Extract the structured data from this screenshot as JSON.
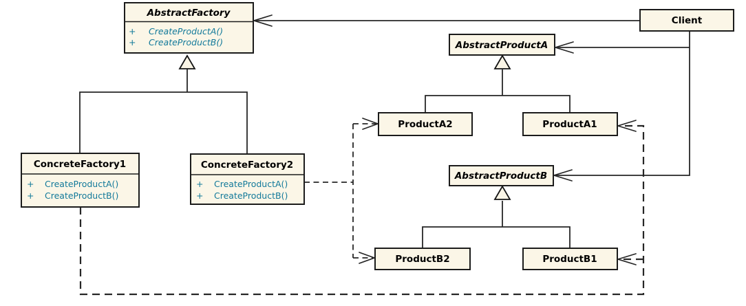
{
  "diagram_kind": "uml-class-diagram",
  "symbols": {
    "visibility_public": "+"
  },
  "colors": {
    "background": "#FFFFFF",
    "box_fill": "#FBF6E7",
    "box_border": "#1B1B1B",
    "title_text": "#000000",
    "method_text": "#12799A",
    "line": "#262626",
    "triangle_fill": "#FAF5E6"
  },
  "classes": {
    "abstract_factory": {
      "name": "AbstractFactory",
      "abstract": true,
      "methods": [
        "CreateProductA()",
        "CreateProductB()"
      ]
    },
    "client": {
      "name": "Client"
    },
    "abstract_product_a": {
      "name": "AbstractProductA",
      "abstract": true
    },
    "product_a2": {
      "name": "ProductA2"
    },
    "product_a1": {
      "name": "ProductA1"
    },
    "abstract_product_b": {
      "name": "AbstractProductB",
      "abstract": true
    },
    "product_b2": {
      "name": "ProductB2"
    },
    "product_b1": {
      "name": "ProductB1"
    },
    "concrete_factory_1": {
      "name": "ConcreteFactory1",
      "methods": [
        "CreateProductA()",
        "CreateProductB()"
      ]
    },
    "concrete_factory_2": {
      "name": "ConcreteFactory2",
      "methods": [
        "CreateProductA()",
        "CreateProductB()"
      ]
    }
  },
  "relationships": [
    {
      "type": "generalization",
      "from": "ConcreteFactory1",
      "to": "AbstractFactory"
    },
    {
      "type": "generalization",
      "from": "ConcreteFactory2",
      "to": "AbstractFactory"
    },
    {
      "type": "generalization",
      "from": "ProductA2",
      "to": "AbstractProductA"
    },
    {
      "type": "generalization",
      "from": "ProductA1",
      "to": "AbstractProductA"
    },
    {
      "type": "generalization",
      "from": "ProductB2",
      "to": "AbstractProductB"
    },
    {
      "type": "generalization",
      "from": "ProductB1",
      "to": "AbstractProductB"
    },
    {
      "type": "association",
      "from": "Client",
      "to": "AbstractFactory"
    },
    {
      "type": "association",
      "from": "Client",
      "to": "AbstractProductA"
    },
    {
      "type": "association",
      "from": "Client",
      "to": "AbstractProductB"
    },
    {
      "type": "dependency",
      "from": "ConcreteFactory2",
      "to": "ProductA2"
    },
    {
      "type": "dependency",
      "from": "ConcreteFactory2",
      "to": "ProductB2"
    },
    {
      "type": "dependency",
      "from": "ConcreteFactory1",
      "to": "ProductA1"
    },
    {
      "type": "dependency",
      "from": "ConcreteFactory1",
      "to": "ProductB1"
    }
  ]
}
